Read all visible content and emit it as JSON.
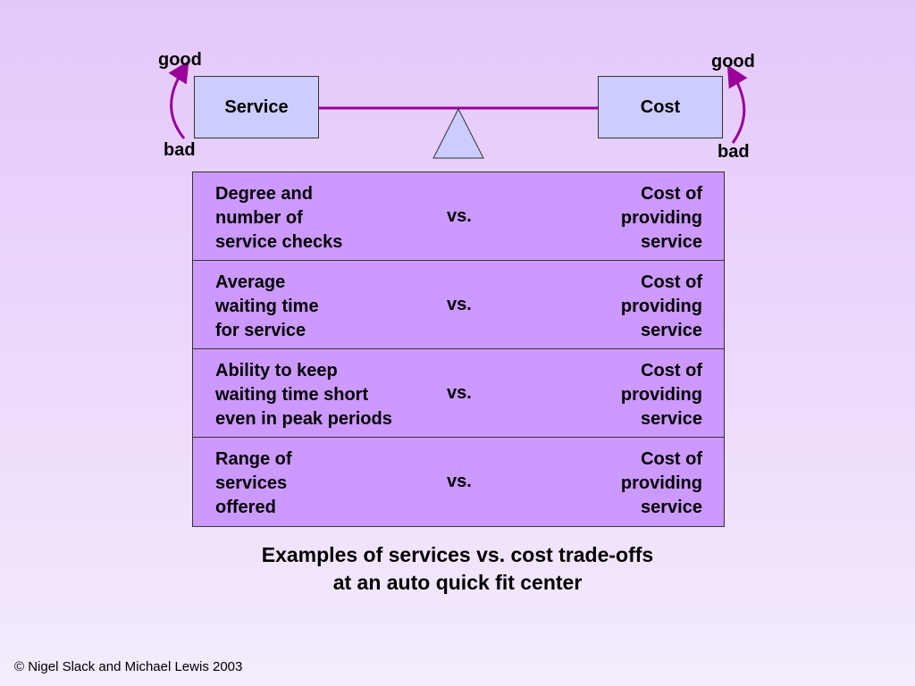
{
  "scale": {
    "left_box": "Service",
    "right_box": "Cost",
    "left_top": "good",
    "left_bottom": "bad",
    "right_top": "good",
    "right_bottom": "bad"
  },
  "rows": [
    {
      "left": "Degree and\nnumber of\nservice checks",
      "vs": "vs.",
      "right": "Cost of\nproviding\nservice"
    },
    {
      "left": "Average\nwaiting time\nfor service",
      "vs": "vs.",
      "right": "Cost of\nproviding\nservice"
    },
    {
      "left": "Ability to keep\nwaiting time short\neven in peak periods",
      "vs": "vs.",
      "right": "Cost of\nproviding\nservice"
    },
    {
      "left": "Range of\nservices\noffered",
      "vs": "vs.",
      "right": "Cost of\nproviding\nservice"
    }
  ],
  "caption": "Examples of services vs. cost trade-offs\nat an auto quick fit center",
  "copyright": "© Nigel Slack and Michael Lewis 2003",
  "colors": {
    "box_fill": "#ccccff",
    "table_fill": "#cc99ff",
    "beam": "#990099",
    "arrow": "#990099",
    "fulcrum": "#ccccff"
  }
}
